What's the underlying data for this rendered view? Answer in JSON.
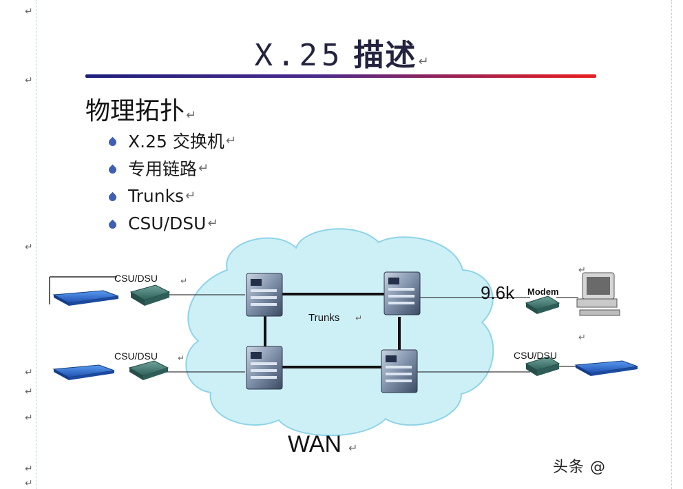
{
  "title": {
    "latin": "X.25",
    "cjk": "描述"
  },
  "section": {
    "heading": "物理拓扑"
  },
  "bullets": [
    {
      "label": "X.25 交换机"
    },
    {
      "label": "专用链路"
    },
    {
      "label": "Trunks"
    },
    {
      "label": "CSU/DSU"
    }
  ],
  "diagram": {
    "csu_dsu_top_left": "CSU/DSU",
    "csu_dsu_bottom_left": "CSU/DSU",
    "csu_dsu_right": "CSU/DSU",
    "trunks": "Trunks",
    "speed": "9.6k",
    "modem": "Modem",
    "cloud": "WAN"
  },
  "paragraph_mark": "↵",
  "watermark": "头条 @",
  "colors": {
    "title_text": "#23233f",
    "rule_start": "#1e1e7a",
    "rule_end": "#e82020",
    "bullet": "#3f5fb5",
    "cloud_fill": "#cdf0f7",
    "cloud_stroke": "#8fd3e8",
    "router": "#2f6fd6",
    "csu_dsu": "#3e7a72",
    "switch": "#7d8fa8"
  },
  "icons": [
    "water-drop-icon",
    "router-icon",
    "csu-dsu-icon",
    "switch-icon",
    "computer-icon",
    "paragraph-mark-icon"
  ]
}
